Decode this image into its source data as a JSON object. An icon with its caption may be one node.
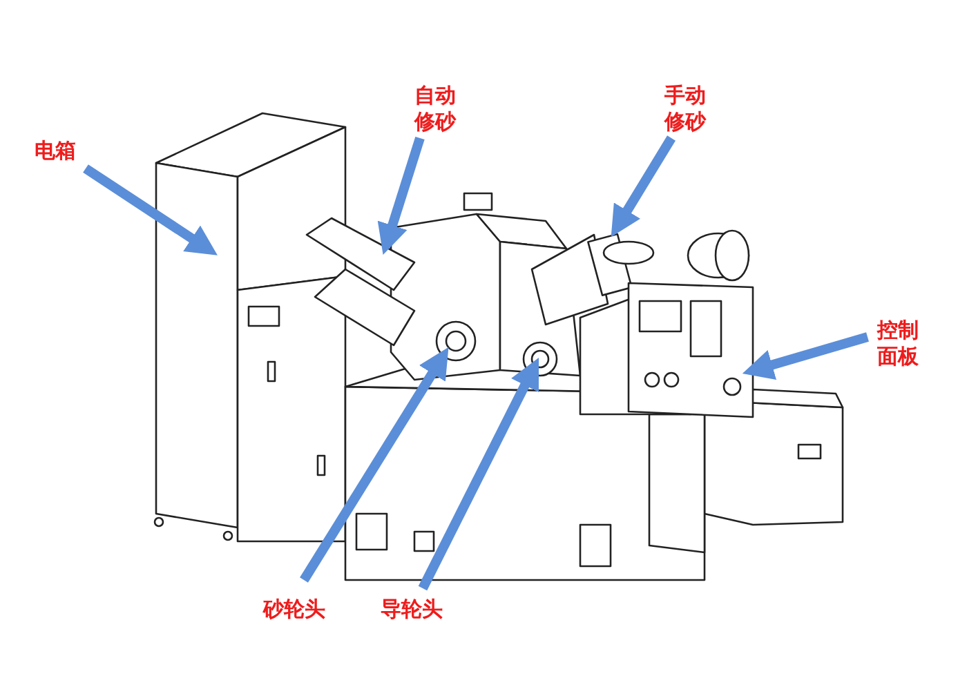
{
  "diagram": {
    "nodes": [
      {
        "text": [
          "电箱"
        ]
      },
      {
        "text": [
          "自动修砂"
        ]
      },
      {
        "text": [
          "手动修砂"
        ]
      },
      {
        "text": [
          "控制面板"
        ]
      },
      {
        "text": [
          "砂轮头"
        ]
      },
      {
        "text": [
          "导轮头"
        ]
      }
    ],
    "edges": [
      {
        "from": 0,
        "to": null,
        "arrow": "to"
      },
      {
        "from": 1,
        "to": null,
        "arrow": "to"
      },
      {
        "from": 2,
        "to": null,
        "arrow": "to"
      },
      {
        "from": 3,
        "to": null,
        "arrow": "to"
      },
      {
        "from": 4,
        "to": null,
        "arrow": "to"
      },
      {
        "from": 5,
        "to": null,
        "arrow": "to"
      }
    ]
  }
}
